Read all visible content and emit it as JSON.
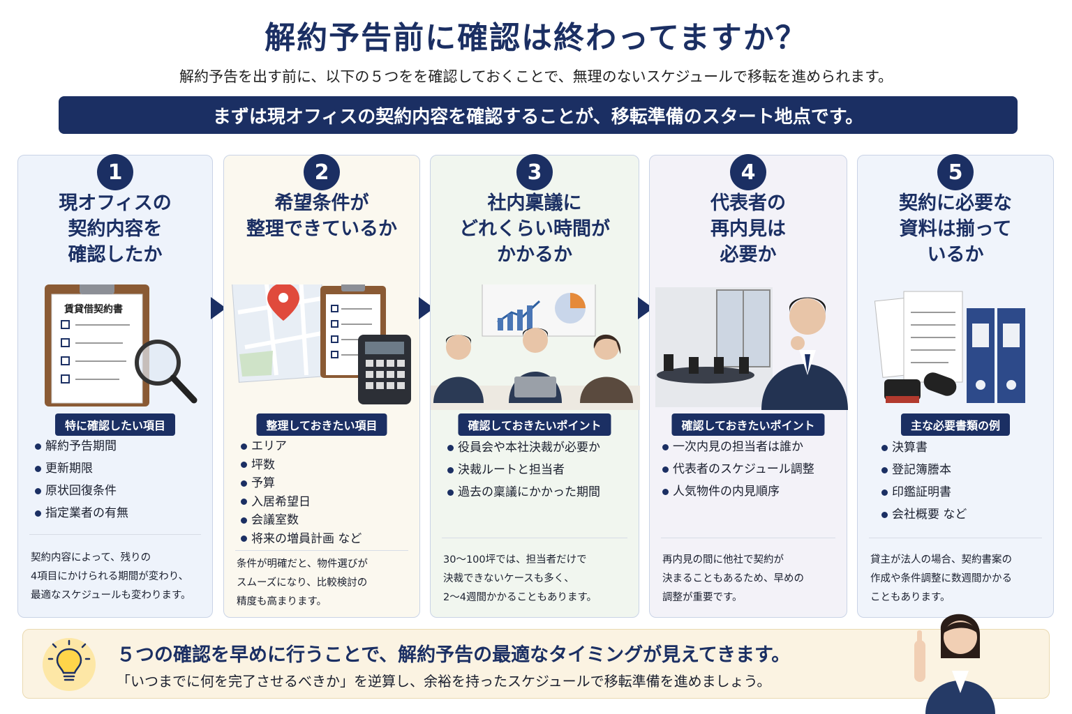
{
  "title": "解約予告前に確認は終わってますか？",
  "subtitle": "解約予告を出す前に、以下の５つをを確認しておくことで、無理のないスケジュールで移転を進められます。",
  "banner": "まずは現オフィスの契約内容を確認することが、移転準備のスタート地点です。",
  "cards": [
    {
      "number": "1",
      "title": "現オフィスの\n契約内容を\n確認したか",
      "illustration_label": "賃貸借契約書",
      "pill": "特に確認したい項目",
      "items": [
        "解約予告期間",
        "更新期限",
        "原状回復条件",
        "指定業者の有無"
      ],
      "note": "契約内容によって、残りの\n4項目にかけられる期間が変わり、\n最適なスケジュールも変わります。"
    },
    {
      "number": "2",
      "title": "希望条件が\n整理できているか",
      "pill": "整理しておきたい項目",
      "items": [
        "エリア",
        "坪数",
        "予算",
        "入居希望日",
        "会議室数",
        "将来の増員計画 など"
      ],
      "note": "条件が明確だと、物件選びが\nスムーズになり、比較検討の\n精度も高まります。"
    },
    {
      "number": "3",
      "title": "社内稟議に\nどれくらい時間が\nかかるか",
      "pill": "確認しておきたいポイント",
      "items": [
        "役員会や本社決裁が必要か",
        "決裁ルートと担当者",
        "過去の稟議にかかった期間"
      ],
      "note": "30〜100坪では、担当者だけで\n決裁できないケースも多く、\n2〜4週間かかることもあります。"
    },
    {
      "number": "4",
      "title": "代表者の\n再内見は\n必要か",
      "pill": "確認しておきたいポイント",
      "items": [
        "一次内見の担当者は誰か",
        "代表者のスケジュール調整",
        "人気物件の内見順序"
      ],
      "note": "再内見の間に他社で契約が\n決まることもあるため、早めの\n調整が重要です。"
    },
    {
      "number": "5",
      "title": "契約に必要な\n資料は揃って\nいるか",
      "pill": "主な必要書類の例",
      "items": [
        "決算書",
        "登記簿謄本",
        "印鑑証明書",
        "会社概要 など"
      ],
      "note": "貸主が法人の場合、契約書案の\n作成や条件調整に数週間かかる\nこともあります。"
    }
  ],
  "footer": {
    "main": "５つの確認を早めに行うことで、解約予告の最適なタイミングが見えてきます。",
    "sub": "「いつまでに何を完了させるべきか」を逆算し、余裕を持ったスケジュールで移転準備を進めましょう。"
  },
  "colors": {
    "navy": "#1b2f63",
    "card1_bg": "#eef3fb",
    "card2_bg": "#fbf8ef",
    "card3_bg": "#f1f6ef",
    "card4_bg": "#f3f2f8",
    "card5_bg": "#f0f4fb",
    "footer_bg": "#fbf3e2"
  },
  "icons": [
    "clipboard-icon",
    "magnifier-icon",
    "map-pin-icon",
    "calculator-icon",
    "meeting-icon",
    "office-icon",
    "binder-icon",
    "stamp-icon",
    "lightbulb-icon"
  ]
}
